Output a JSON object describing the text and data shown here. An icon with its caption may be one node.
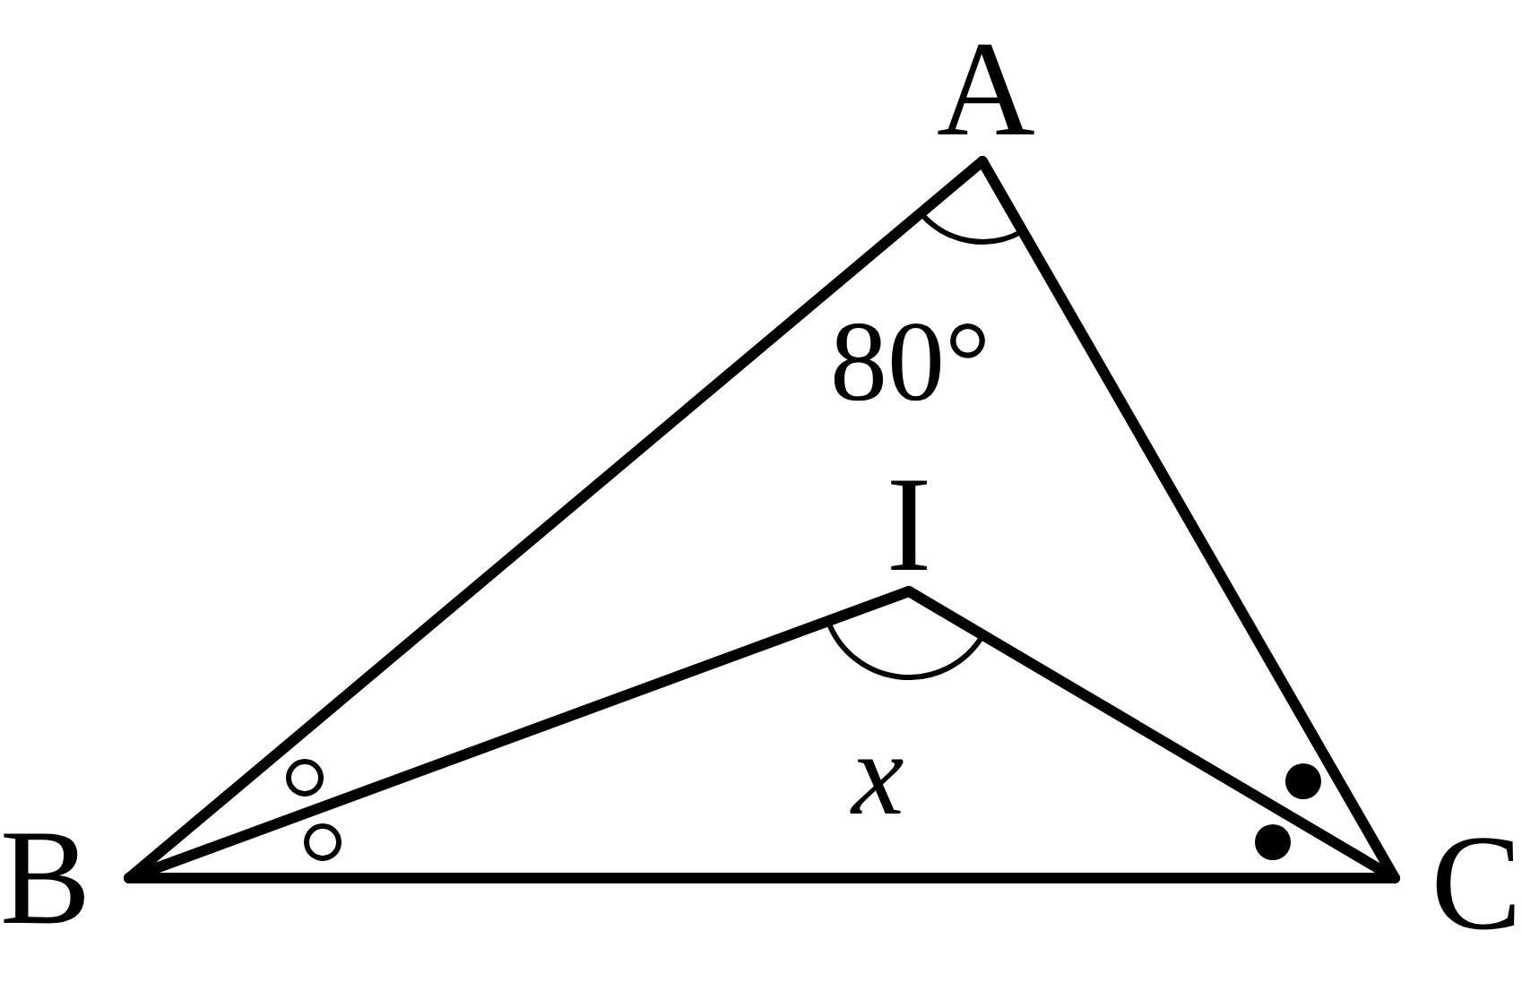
{
  "diagram": {
    "nodes": [
      {
        "text": [
          "A"
        ]
      },
      {
        "text": [
          "I"
        ]
      },
      {
        "text": [
          "B"
        ]
      },
      {
        "text": [
          "C"
        ]
      }
    ],
    "edges": [
      {
        "from": 0,
        "to": 2,
        "arrow": "none"
      },
      {
        "from": 0,
        "to": 3,
        "arrow": "none"
      },
      {
        "from": 2,
        "to": 3,
        "arrow": "none"
      },
      {
        "from": 2,
        "to": 1,
        "arrow": "none"
      },
      {
        "from": 3,
        "to": 1,
        "arrow": "none"
      }
    ],
    "labels": [
      "80°",
      "x"
    ]
  }
}
